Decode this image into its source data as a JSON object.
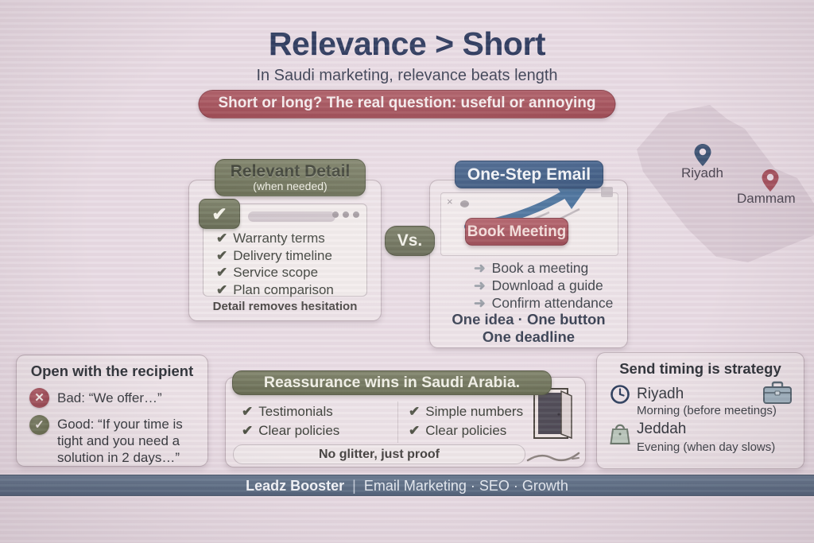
{
  "header": {
    "title": "Relevance > Short",
    "subtitle": "In Saudi marketing, relevance beats length",
    "question_pill": "Short or long? The real question: useful or annoying"
  },
  "icons": {
    "check": "✔",
    "arrow": "➜",
    "x_mark": "✕",
    "good_mark": "✓",
    "close": "×"
  },
  "colors": {
    "title_navy": "#2d3a5e",
    "pill_red": "#a4525c",
    "olive_green": "#6e7258",
    "header_blue": "#3d5b84",
    "button_red": "#a64e58",
    "footer_slate": "#5c6d83",
    "riyadh_pin": "#3e5474",
    "dammam_pin": "#a5525e",
    "map_fill": "#d8c9d3"
  },
  "map": {
    "pins": [
      {
        "label": "Riyadh",
        "color": "#3e5474"
      },
      {
        "label": "Dammam",
        "color": "#a5525e"
      }
    ]
  },
  "comparison": {
    "vs_label": "Vs.",
    "left": {
      "header": "Relevant Detail",
      "header_note": "(when needed)",
      "items": [
        "Warranty terms",
        "Delivery timeline",
        "Service scope",
        "Plan comparison"
      ],
      "caption": "Detail removes hesitation"
    },
    "right": {
      "header": "One-Step Email",
      "button_label": "Book Meeting",
      "bullets": [
        "Book a meeting",
        "Download a guide",
        "Confirm attendance"
      ],
      "tagline_line1": "One idea · One button",
      "tagline_line2": "One deadline"
    }
  },
  "cards": {
    "recipient": {
      "title": "Open with the recipient",
      "bad_text": "Bad: “We offer…”",
      "good_text": "Good: “If your time is tight and you need a solution in 2 days…”"
    },
    "reassurance": {
      "header": "Reassurance wins in Saudi Arabia.",
      "left_items": [
        "Testimonials",
        "Clear policies"
      ],
      "right_items": [
        "Simple numbers",
        "Clear policies"
      ],
      "caption": "No glitter, just proof"
    },
    "timing": {
      "title": "Send timing is strategy",
      "rows": [
        {
          "city": "Riyadh",
          "note": "Morning (before meetings)"
        },
        {
          "city": "Jeddah",
          "note": "Evening (when day slows)"
        }
      ]
    }
  },
  "footer": {
    "brand": "Leadz Booster",
    "separator": "|",
    "tagline": "Email Marketing · SEO · Growth"
  }
}
